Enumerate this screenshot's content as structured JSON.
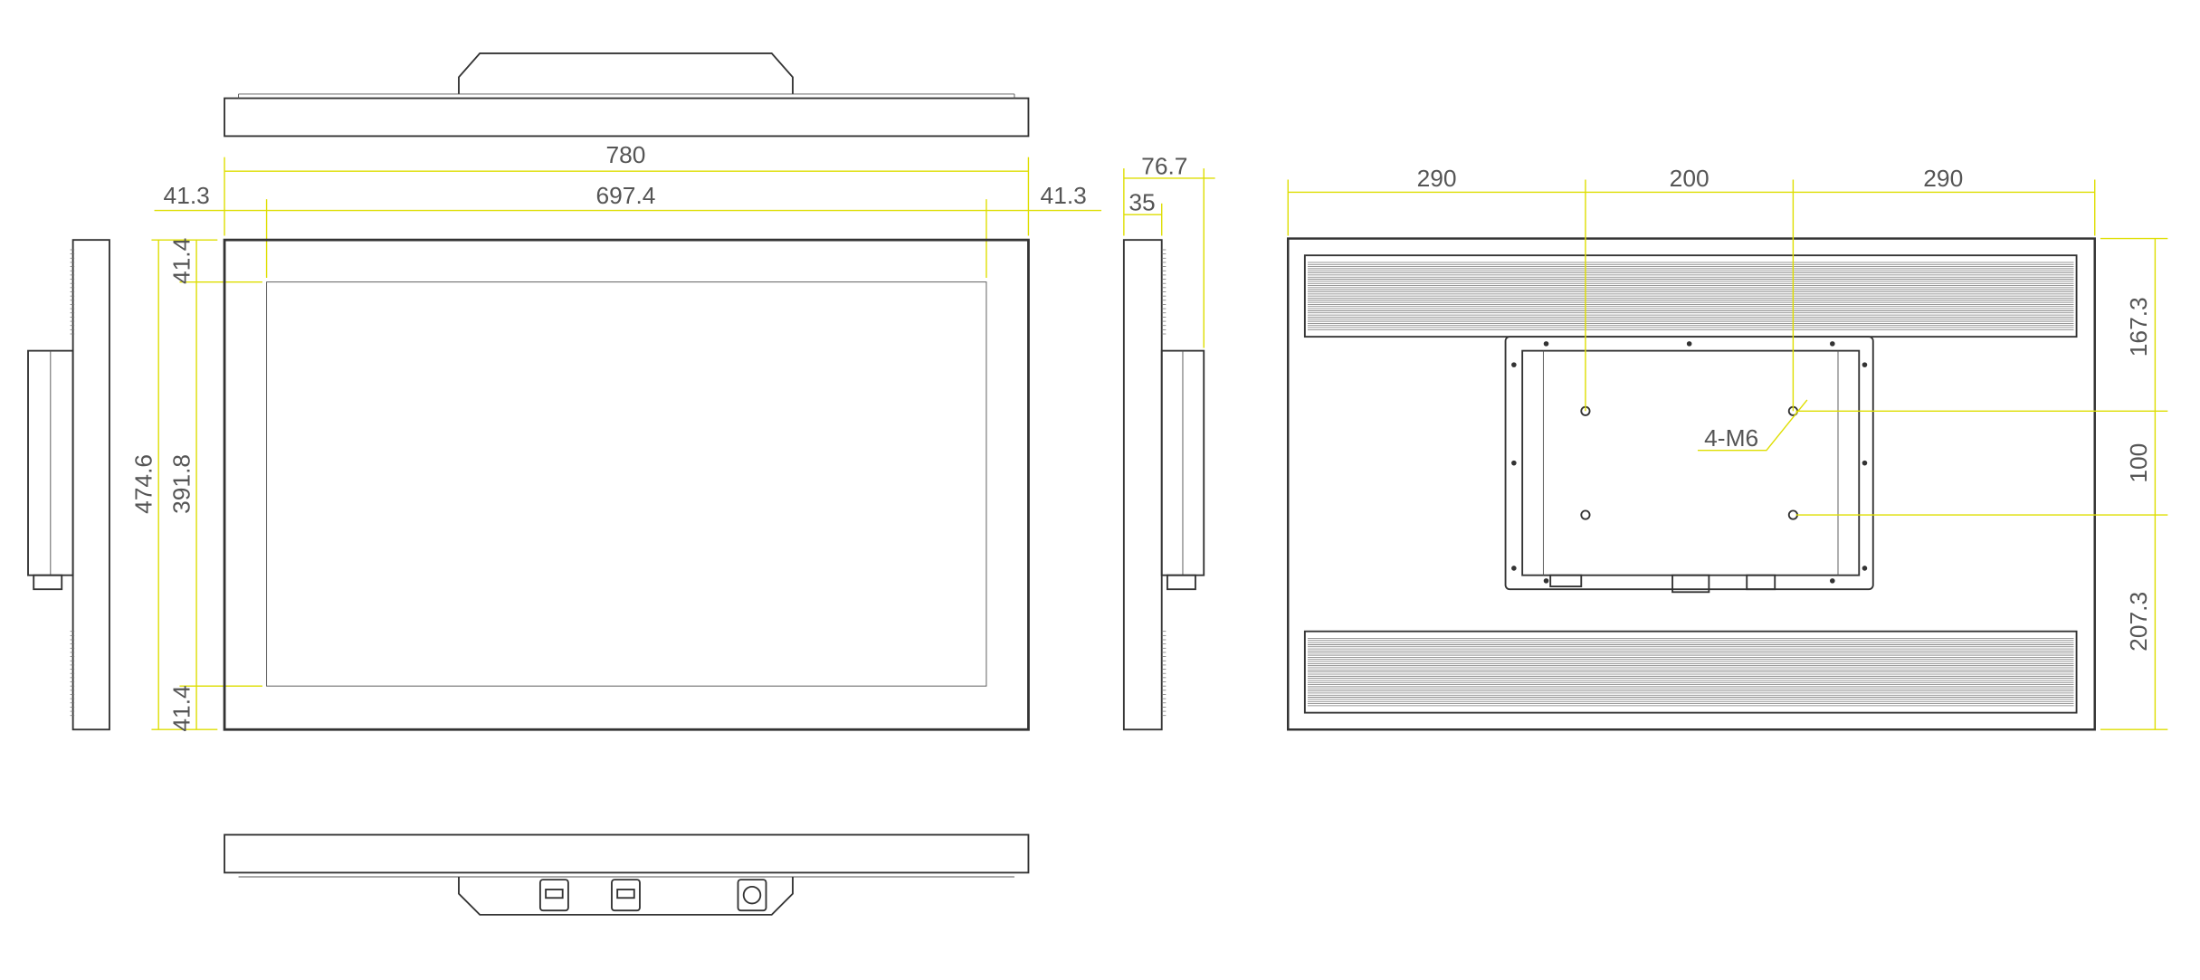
{
  "drawing": {
    "front_view": {
      "overall_width": "780",
      "display_width": "697.4",
      "bezel_left": "41.3",
      "bezel_right": "41.3",
      "overall_height": "474.6",
      "display_height": "391.8",
      "bezel_top": "41.4",
      "bezel_bottom": "41.4"
    },
    "side_view": {
      "total_depth": "76.7",
      "panel_depth": "35"
    },
    "rear_view": {
      "left_offset": "290",
      "vesa_horizontal": "200",
      "right_offset": "290",
      "top_offset": "167.3",
      "vesa_vertical": "100",
      "bottom_offset": "207.3",
      "hole_callout": "4-M6"
    },
    "colors": {
      "outline": "#333333",
      "dimension": "#dede00",
      "text": "#555555"
    }
  }
}
